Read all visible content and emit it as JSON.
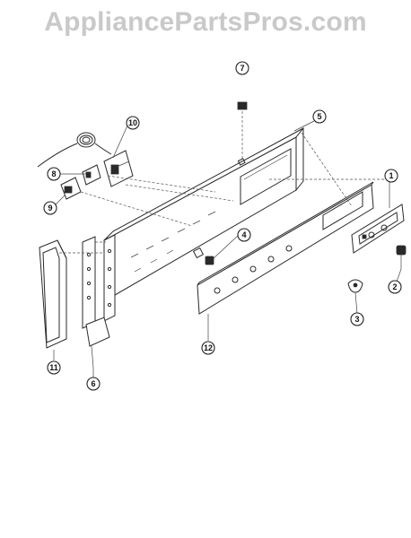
{
  "watermark": "AppliancePartsPros.com",
  "callouts": {
    "c1": "1",
    "c2": "2",
    "c3": "3",
    "c4": "4",
    "c5": "5",
    "c6": "6",
    "c7": "7",
    "c8": "8",
    "c9": "9",
    "c10": "10",
    "c11": "11",
    "c12": "12"
  }
}
